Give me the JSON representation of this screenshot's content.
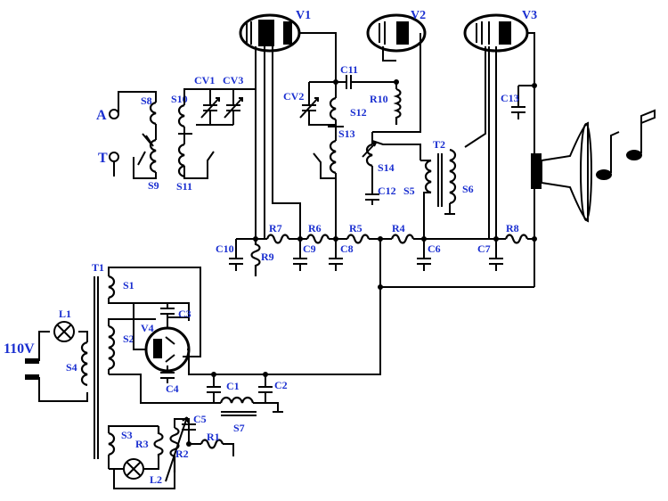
{
  "tubes": {
    "v1": "V1",
    "v2": "V2",
    "v3": "V3",
    "v4": "V4"
  },
  "terminals": {
    "antenna": "A",
    "ground": "T",
    "mains": "110V"
  },
  "coils": {
    "s1": "S1",
    "s2": "S2",
    "s3": "S3",
    "s4": "S4",
    "s5": "S5",
    "s6": "S6",
    "s7": "S7",
    "s8": "S8",
    "s9": "S9",
    "s10": "S10",
    "s11": "S11",
    "s12": "S12",
    "s13": "S13",
    "s14": "S14"
  },
  "transformers": {
    "t1": "T1",
    "t2": "T2"
  },
  "capacitors": {
    "c1": "C1",
    "c2": "C2",
    "c3": "C3",
    "c4": "C4",
    "c5": "C5",
    "c6": "C6",
    "c7": "C7",
    "c8": "C8",
    "c9": "C9",
    "c10": "C10",
    "c11": "C11",
    "c12": "C12",
    "c13": "C13"
  },
  "variable_capacitors": {
    "cv1": "CV1",
    "cv2": "CV2",
    "cv3": "CV3"
  },
  "resistors": {
    "r1": "R1",
    "r2": "R2",
    "r3": "R3",
    "r4": "R4",
    "r5": "R5",
    "r6": "R6",
    "r7": "R7",
    "r8": "R8",
    "r9": "R9",
    "r10": "R10"
  },
  "lamps": {
    "l1": "L1",
    "l2": "L2"
  },
  "colors": {
    "labels": "#1a2fd0",
    "wires": "#000000",
    "background": "#ffffff"
  }
}
